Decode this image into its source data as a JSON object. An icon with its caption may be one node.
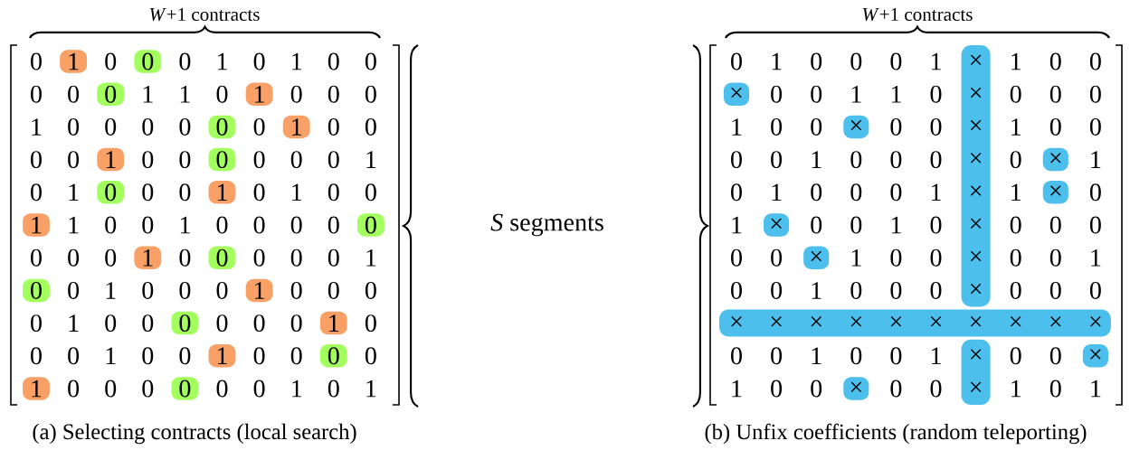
{
  "diagram": {
    "labels": [
      "*W*+1 contracts",
      "0",
      "1",
      "0",
      "0",
      "0",
      "1",
      "0",
      "1",
      "0",
      "0",
      "0",
      "0",
      "0",
      "1",
      "1",
      "0",
      "1",
      "0",
      "0",
      "0",
      "1",
      "0",
      "0",
      "0",
      "0",
      "0",
      "0",
      "1",
      "0",
      "0",
      "0",
      "0",
      "1",
      "0",
      "0",
      "0",
      "0",
      "0",
      "0",
      "1",
      "0",
      "1",
      "0",
      "0",
      "0",
      "1",
      "0",
      "1",
      "0",
      "0",
      "1",
      "1",
      "0",
      "0",
      "1",
      "0",
      "0",
      "0",
      "0",
      "0",
      "0",
      "0",
      "0",
      "1",
      "0",
      "0",
      "0",
      "0",
      "0",
      "1",
      "0",
      "0",
      "1",
      "0",
      "0",
      "0",
      "1",
      "0",
      "0",
      "0",
      "0",
      "1",
      "0",
      "0",
      "0",
      "0",
      "0",
      "0",
      "1",
      "0",
      "0",
      "0",
      "1",
      "0",
      "0",
      "1",
      "0",
      "0",
      "0",
      "0",
      "1",
      "0",
      "0",
      "0",
      "0",
      "0",
      "0",
      "1",
      "0",
      "1",
      "(a) Selecting contracts (local search)",
      "*S* segments",
      "*W*+1 contracts",
      "0",
      "1",
      "0",
      "0",
      "0",
      "1",
      "×",
      "1",
      "0",
      "0",
      "×",
      "0",
      "0",
      "1",
      "1",
      "0",
      "×",
      "0",
      "0",
      "0",
      "1",
      "0",
      "0",
      "×",
      "0",
      "0",
      "×",
      "1",
      "0",
      "0",
      "0",
      "0",
      "1",
      "0",
      "0",
      "0",
      "×",
      "0",
      "×",
      "1",
      "0",
      "1",
      "0",
      "0",
      "0",
      "1",
      "×",
      "1",
      "×",
      "0",
      "1",
      "×",
      "0",
      "0",
      "1",
      "0",
      "×",
      "0",
      "0",
      "0",
      "0",
      "0",
      "×",
      "1",
      "0",
      "0",
      "×",
      "0",
      "0",
      "1",
      "0",
      "0",
      "1",
      "0",
      "0",
      "0",
      "×",
      "0",
      "0",
      "0",
      "×",
      "×",
      "×",
      "×",
      "×",
      "×",
      "×",
      "×",
      "×",
      "×",
      "0",
      "0",
      "1",
      "0",
      "0",
      "1",
      "×",
      "0",
      "0",
      "×",
      "1",
      "0",
      "0",
      "×",
      "0",
      "0",
      "×",
      "1",
      "0",
      "1",
      "(b) Unfix coefficients (random teleporting)"
    ]
  }
}
